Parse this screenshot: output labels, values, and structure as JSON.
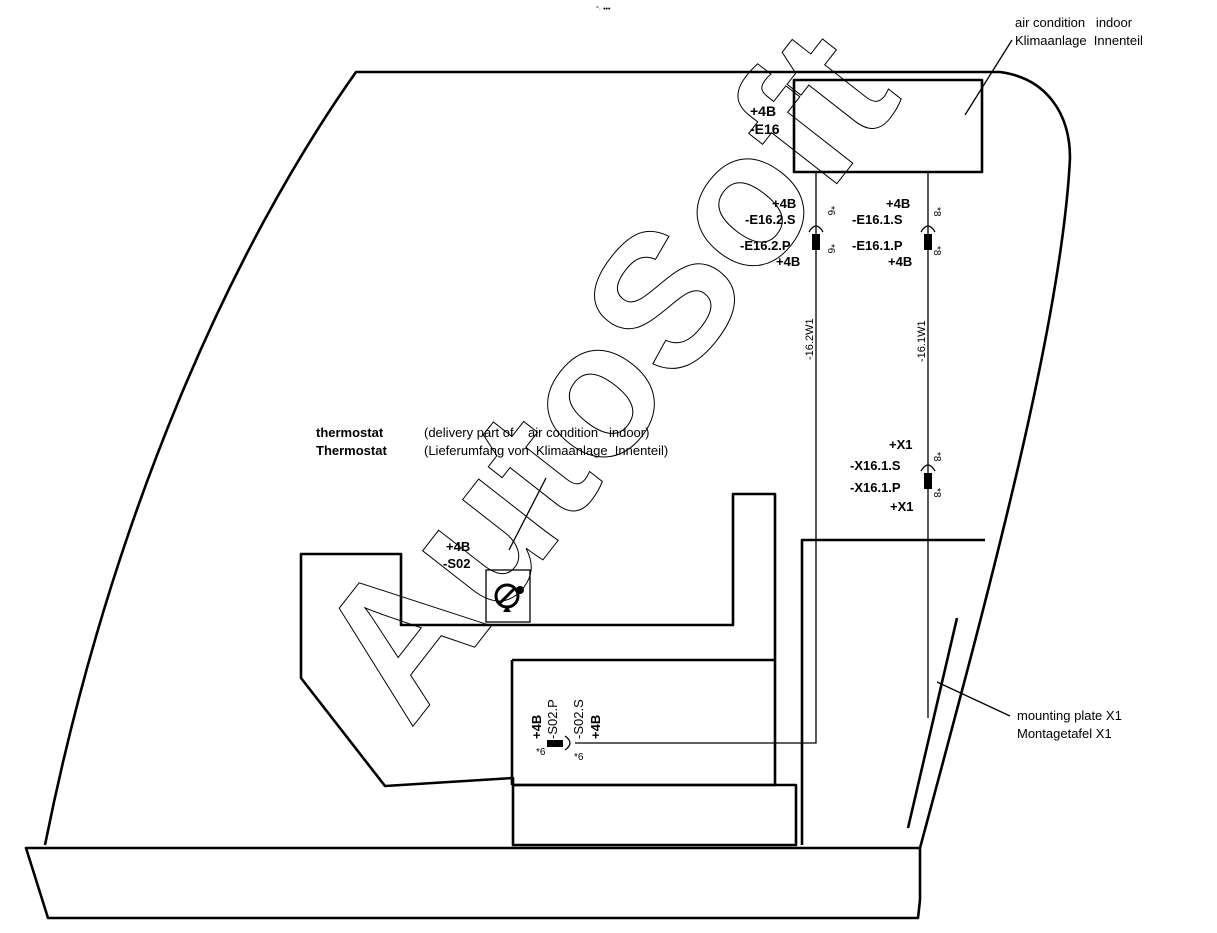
{
  "corner_mark": "°· •••",
  "watermark": "AutoSoft",
  "air_condition": {
    "line1": "air condition   indoor",
    "line2": "Klimaanlage  Innenteil",
    "loc": "+4B",
    "id": "-E16"
  },
  "conn_e16_2": {
    "loc_top": "+4B",
    "s": "-E16.2.S",
    "p": "-E16.2.P",
    "loc_bottom": "+4B",
    "pin_s": "*6",
    "pin_p": "*6"
  },
  "conn_e16_1": {
    "loc_top": "+4B",
    "s": "-E16.1.S",
    "p": "-E16.1.P",
    "loc_bottom": "+4B",
    "pin_s": "*8",
    "pin_p": "*8"
  },
  "cables": {
    "w162": "-16.2W1",
    "w161": "-16.1W1"
  },
  "conn_x16": {
    "loc_top": "+X1",
    "s": "-X16.1.S",
    "p": "-X16.1.P",
    "loc_bottom": "+X1",
    "pin_s": "*8",
    "pin_p": "*8"
  },
  "thermostat": {
    "en": "thermostat",
    "de": "Thermostat",
    "note_en": "(delivery part of    air condition   indoor)",
    "note_de": "(Lieferumfang von  Klimaanlage  Innenteil)",
    "loc": "+4B",
    "id": "-S02"
  },
  "conn_s02": {
    "l1": "+4B",
    "l2": "-S02.P",
    "l3": "-S02.S",
    "l4": "+4B",
    "pin_p": "*6",
    "pin_s": "*6"
  },
  "mounting_plate": {
    "en": "mounting plate X1",
    "de": "Montagetafel X1"
  }
}
